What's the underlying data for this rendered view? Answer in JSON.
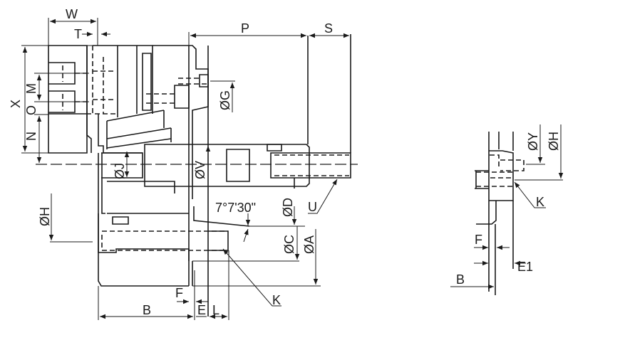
{
  "main_view": {
    "labels": {
      "W": "W",
      "T": "T",
      "P": "P",
      "S": "S",
      "X": "X",
      "M": "M",
      "O": "O",
      "N": "N",
      "G": "ØG",
      "J": "ØJ",
      "V": "ØV",
      "D": "ØD",
      "C": "ØC",
      "A": "ØA",
      "H": "ØH",
      "U": "U",
      "K": "K",
      "F": "F",
      "E": "E",
      "L": "L",
      "B": "B",
      "angle": "7°7'30\""
    }
  },
  "side_view": {
    "labels": {
      "Y": "ØY",
      "H": "ØH",
      "K": "K",
      "F": "F",
      "E1": "E1",
      "B": "B"
    }
  }
}
